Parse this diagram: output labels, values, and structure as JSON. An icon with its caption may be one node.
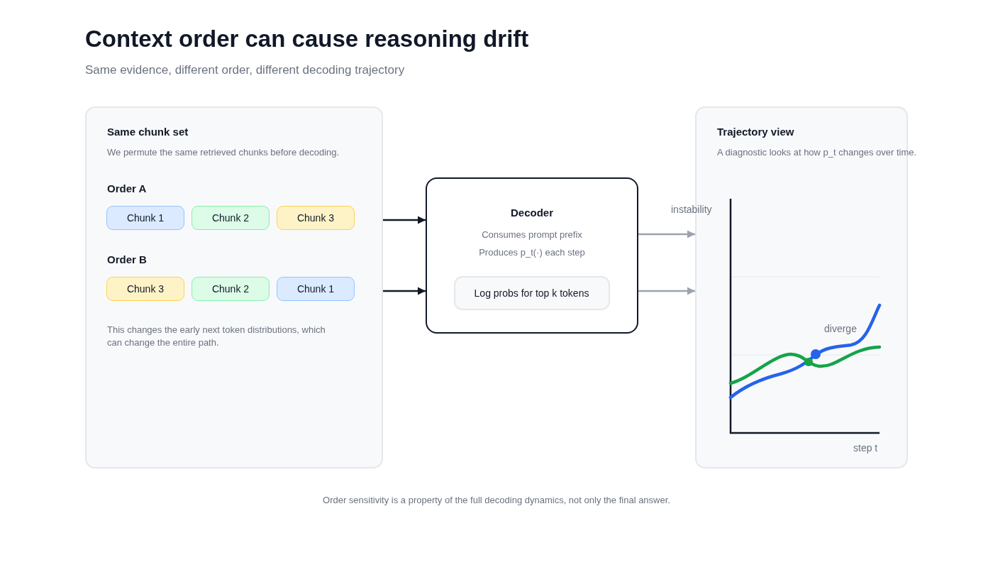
{
  "diagram": {
    "title": "Context order can cause reasoning drift",
    "nodes": [
      {
        "text": [
          "Same chunk set",
          "We permute the same retrieved chunks before decoding.",
          "Order A",
          "Order B",
          "This changes the early next token distributions, which can change the entire path."
        ]
      },
      {
        "text": [
          "Chunk 1"
        ],
        "in": 0
      },
      {
        "text": [
          "Chunk 2"
        ],
        "in": 0
      },
      {
        "text": [
          "Chunk 3"
        ],
        "in": 0
      },
      {
        "text": [
          "Chunk 3"
        ],
        "in": 0
      },
      {
        "text": [
          "Chunk 2"
        ],
        "in": 0
      },
      {
        "text": [
          "Chunk 1"
        ],
        "in": 0
      },
      {
        "text": [
          "Decoder",
          "Consumes prompt prefix",
          "Produces p_t(·) each step"
        ]
      },
      {
        "text": [
          "Log probs for top k tokens"
        ],
        "in": 7
      },
      {
        "text": [
          "Trajectory view",
          "A diagnostic looks at how p_t changes over time."
        ]
      }
    ],
    "edges": [
      {
        "from": 0,
        "to": 7,
        "arrow": "to"
      },
      {
        "from": 0,
        "to": 7,
        "arrow": "to"
      },
      {
        "from": 7,
        "to": 9,
        "arrow": "to",
        "color": "#9ca3af"
      },
      {
        "from": 7,
        "to": 9,
        "arrow": "to",
        "color": "#9ca3af"
      }
    ],
    "labels": [
      "Same evidence, different order, different decoding trajectory",
      "instability",
      "diverge",
      "step t"
    ],
    "caption": "Order sensitivity is a property of the full decoding dynamics, not only the final answer."
  }
}
